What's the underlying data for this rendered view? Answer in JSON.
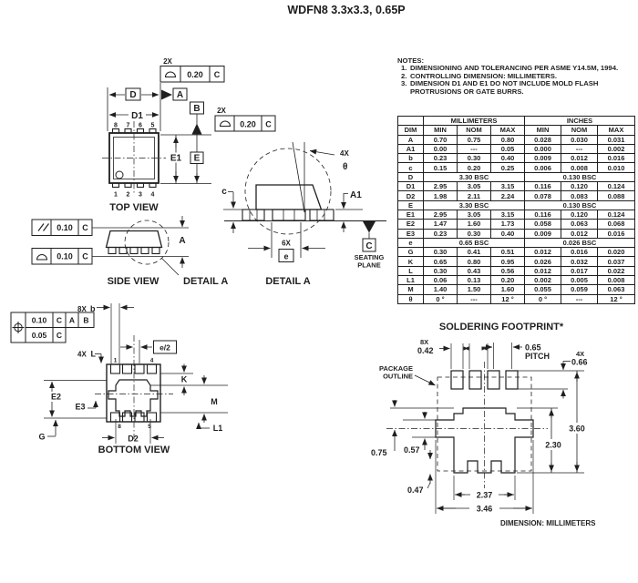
{
  "title": "WDFN8 3.3x3.3, 0.65P",
  "icons": {
    "profile-of-surface-icon": "closed half-circle",
    "parallelism-icon": "double slash",
    "position-icon": "circle with cross",
    "datum-triangle-icon": "filled triangle",
    "seating-plane-triangle-icon": "filled triangle"
  },
  "notes": {
    "heading": "NOTES:",
    "items": [
      {
        "num": "1.",
        "text": "DIMENSIONING AND TOLERANCING PER ASME Y14.5M, 1994."
      },
      {
        "num": "2.",
        "text": "CONTROLLING DIMENSION: MILLIMETERS."
      },
      {
        "num": "3.",
        "text": "DIMENSION D1 AND E1 DO NOT INCLUDE MOLD FLASH PROTRUSIONS OR GATE BURRS."
      }
    ]
  },
  "dim_table": {
    "unit_headers": [
      "MILLIMETERS",
      "INCHES"
    ],
    "col_headers": [
      "DIM",
      "MIN",
      "NOM",
      "MAX",
      "MIN",
      "NOM",
      "MAX"
    ],
    "rows": [
      {
        "dim": "A",
        "mm": [
          "0.70",
          "0.75",
          "0.80"
        ],
        "in": [
          "0.028",
          "0.030",
          "0.031"
        ]
      },
      {
        "dim": "A1",
        "mm": [
          "0.00",
          "---",
          "0.05"
        ],
        "in": [
          "0.000",
          "---",
          "0.002"
        ]
      },
      {
        "dim": "b",
        "mm": [
          "0.23",
          "0.30",
          "0.40"
        ],
        "in": [
          "0.009",
          "0.012",
          "0.016"
        ]
      },
      {
        "dim": "c",
        "mm": [
          "0.15",
          "0.20",
          "0.25"
        ],
        "in": [
          "0.006",
          "0.008",
          "0.010"
        ]
      },
      {
        "dim": "D",
        "mm_bsc": "3.30 BSC",
        "in_bsc": "0.130 BSC"
      },
      {
        "dim": "D1",
        "mm": [
          "2.95",
          "3.05",
          "3.15"
        ],
        "in": [
          "0.116",
          "0.120",
          "0.124"
        ]
      },
      {
        "dim": "D2",
        "mm": [
          "1.98",
          "2.11",
          "2.24"
        ],
        "in": [
          "0.078",
          "0.083",
          "0.088"
        ]
      },
      {
        "dim": "E",
        "mm_bsc": "3.30 BSC",
        "in_bsc": "0.130 BSC"
      },
      {
        "dim": "E1",
        "mm": [
          "2.95",
          "3.05",
          "3.15"
        ],
        "in": [
          "0.116",
          "0.120",
          "0.124"
        ]
      },
      {
        "dim": "E2",
        "mm": [
          "1.47",
          "1.60",
          "1.73"
        ],
        "in": [
          "0.058",
          "0.063",
          "0.068"
        ]
      },
      {
        "dim": "E3",
        "mm": [
          "0.23",
          "0.30",
          "0.40"
        ],
        "in": [
          "0.009",
          "0.012",
          "0.016"
        ]
      },
      {
        "dim": "e",
        "mm_bsc": "0.65 BSC",
        "in_bsc": "0.026 BSC"
      },
      {
        "dim": "G",
        "mm": [
          "0.30",
          "0.41",
          "0.51"
        ],
        "in": [
          "0.012",
          "0.016",
          "0.020"
        ]
      },
      {
        "dim": "K",
        "mm": [
          "0.65",
          "0.80",
          "0.95"
        ],
        "in": [
          "0.026",
          "0.032",
          "0.037"
        ]
      },
      {
        "dim": "L",
        "mm": [
          "0.30",
          "0.43",
          "0.56"
        ],
        "in": [
          "0.012",
          "0.017",
          "0.022"
        ]
      },
      {
        "dim": "L1",
        "mm": [
          "0.06",
          "0.13",
          "0.20"
        ],
        "in": [
          "0.002",
          "0.005",
          "0.008"
        ]
      },
      {
        "dim": "M",
        "mm": [
          "1.40",
          "1.50",
          "1.60"
        ],
        "in": [
          "0.055",
          "0.059",
          "0.063"
        ]
      },
      {
        "dim": "θ",
        "mm": [
          "0 °",
          "---",
          "12 °"
        ],
        "in": [
          "0 °",
          "---",
          "12 °"
        ]
      }
    ]
  },
  "top_view": {
    "caption": "TOP VIEW",
    "qty_top": "2X",
    "fcf_top": {
      "tol": "0.20",
      "datum": "C"
    },
    "qty_right": "2X",
    "fcf_right": {
      "tol": "0.20",
      "datum": "C"
    },
    "dims": {
      "d": "D",
      "d1": "D1",
      "e1": "E1"
    },
    "datums": {
      "a": "A",
      "b": "B",
      "e": "E"
    },
    "pins_top": [
      "8",
      "7",
      "6",
      "5"
    ],
    "pins_bottom": [
      "1",
      "2",
      "3",
      "4"
    ]
  },
  "side_view": {
    "caption": "SIDE VIEW",
    "fcf_parallel": {
      "tol": "0.10",
      "datum": "C"
    },
    "fcf_profile": {
      "tol": "0.10",
      "datum": "C"
    },
    "dim_a": "A",
    "detail_ref": "DETAIL A"
  },
  "detail_a": {
    "caption": "DETAIL A",
    "qty_theta": "4X",
    "theta": "θ",
    "dim_c": "c",
    "dim_a1": "A1",
    "qty_e": "6X",
    "dim_e": "e",
    "datum_c": "C",
    "seating_line1": "SEATING",
    "seating_line2": "PLANE"
  },
  "bottom_view": {
    "caption": "BOTTOM VIEW",
    "qty_b": "8X",
    "dim_b": "b",
    "fcf": {
      "tol1": "0.10",
      "datum1": "C",
      "datum2": "A",
      "datum3": "B",
      "tol2": "0.05",
      "datum4": "C"
    },
    "qty_l": "4X",
    "dim_l": "L",
    "dim_e_half": "e/2",
    "dim_k": "K",
    "dim_e2": "E2",
    "dim_e3": "E3",
    "dim_m": "M",
    "dim_l1": "L1",
    "dim_g": "G",
    "dim_d2": "D2",
    "pins": {
      "p1": "1",
      "p4": "4",
      "p8": "8",
      "p5": "5"
    }
  },
  "footprint": {
    "title": "SOLDERING FOOTPRINT*",
    "qty_pad": "8X",
    "pad_width": "0.42",
    "pitch_value": "0.65",
    "pitch_label": "PITCH",
    "qty_height": "4X",
    "pad_height": "0.66",
    "outline_label1": "PACKAGE",
    "outline_label2": "OUTLINE",
    "height_total": "3.60",
    "thermal_height": "2.30",
    "dim_075": "0.75",
    "dim_057": "0.57",
    "dim_047": "0.47",
    "dim_237": "2.37",
    "width_total": "3.46",
    "note": "DIMENSION: MILLIMETERS"
  }
}
